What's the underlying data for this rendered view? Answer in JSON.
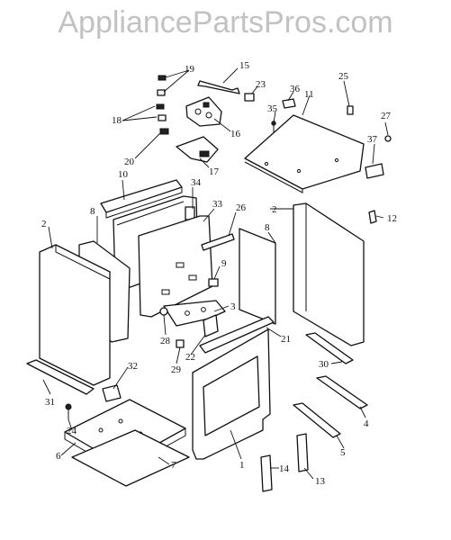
{
  "watermark": "AppliancePartsPros.com",
  "callouts": [
    "1",
    "2",
    "2",
    "3",
    "4",
    "5",
    "6",
    "7",
    "8",
    "8",
    "9",
    "10",
    "11",
    "12",
    "13",
    "14",
    "15",
    "16",
    "17",
    "18",
    "19",
    "20",
    "21",
    "22",
    "23",
    "24",
    "25",
    "26",
    "27",
    "28",
    "29",
    "30",
    "31",
    "32",
    "33",
    "34",
    "35",
    "36",
    "37"
  ]
}
